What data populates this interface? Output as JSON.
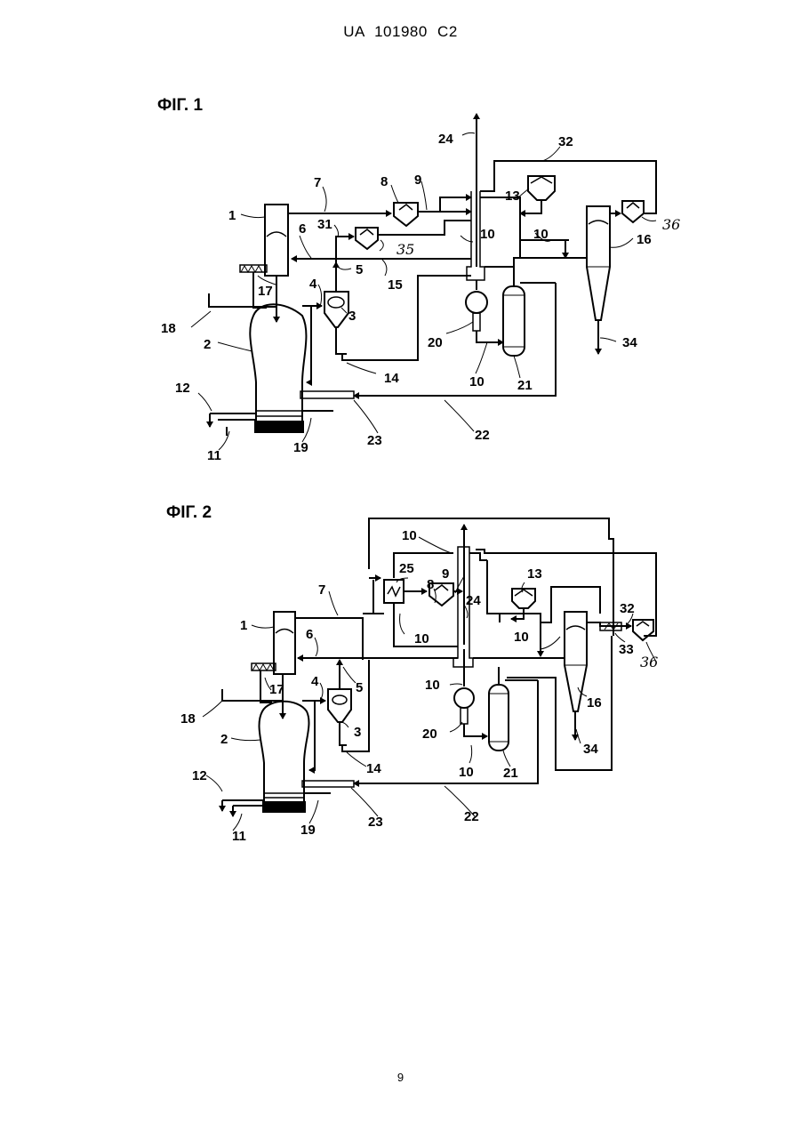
{
  "header": {
    "text": "UA   101980   C2"
  },
  "figure1": {
    "title": "ФІГ. 1",
    "labels": {
      "l1": "1",
      "l2": "2",
      "l3": "3",
      "l4": "4",
      "l5": "5",
      "l6": "6",
      "l7": "7",
      "l8": "8",
      "l9": "9",
      "l10a": "10",
      "l10b": "10",
      "l10c": "10",
      "l11": "11",
      "l12": "12",
      "l13": "13",
      "l14": "14",
      "l15": "15",
      "l16": "16",
      "l17": "17",
      "l18": "18",
      "l19": "19",
      "l20": "20",
      "l21": "21",
      "l22": "22",
      "l23": "23",
      "l24": "24",
      "l31": "31",
      "l32": "32",
      "l34": "34",
      "l35": "35",
      "l36": "36"
    }
  },
  "figure2": {
    "title": "ФІГ. 2",
    "labels": {
      "l1": "1",
      "l2": "2",
      "l3": "3",
      "l4": "4",
      "l5": "5",
      "l6": "6",
      "l7": "7",
      "l8": "8",
      "l9": "9",
      "l10a": "10",
      "l10b": "10",
      "l10c": "10",
      "l10d": "10",
      "l10e": "10",
      "l11": "11",
      "l12": "12",
      "l13": "13",
      "l14": "14",
      "l16": "16",
      "l17": "17",
      "l18": "18",
      "l19": "19",
      "l20": "20",
      "l21": "21",
      "l22": "22",
      "l23": "23",
      "l24": "24",
      "l25": "25",
      "l32": "32",
      "l33": "33",
      "l34": "34",
      "l36": "36"
    }
  },
  "footer": {
    "page_number": "9"
  }
}
